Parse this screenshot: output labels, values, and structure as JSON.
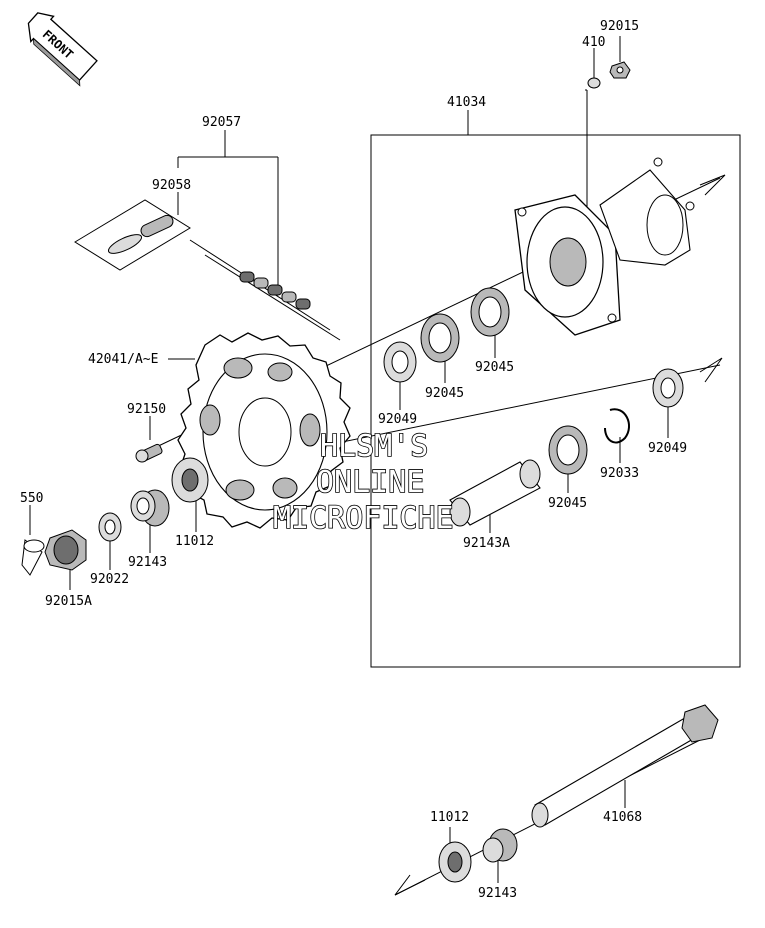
{
  "front_badge": "FRONT",
  "labels": {
    "p92015": "92015",
    "p410": "410",
    "p41034": "41034",
    "p92057": "92057",
    "p92058": "92058",
    "p42041": "42041/A~E",
    "p92150": "92150",
    "p550": "550",
    "p92015A": "92015A",
    "p92022": "92022",
    "p92143_left": "92143",
    "p11012_left": "11012",
    "p92049_center": "92049",
    "p92045_a": "92045",
    "p92045_b": "92045",
    "p92045_c": "92045",
    "p92049_right": "92049",
    "p92033": "92033",
    "p92143A": "92143A",
    "p11012_bottom": "11012",
    "p92143_bottom": "92143",
    "p41068": "41068"
  },
  "watermark": {
    "line1": "HLSM'S",
    "line2": "ONLINE",
    "line3": "MICROFICHE"
  }
}
